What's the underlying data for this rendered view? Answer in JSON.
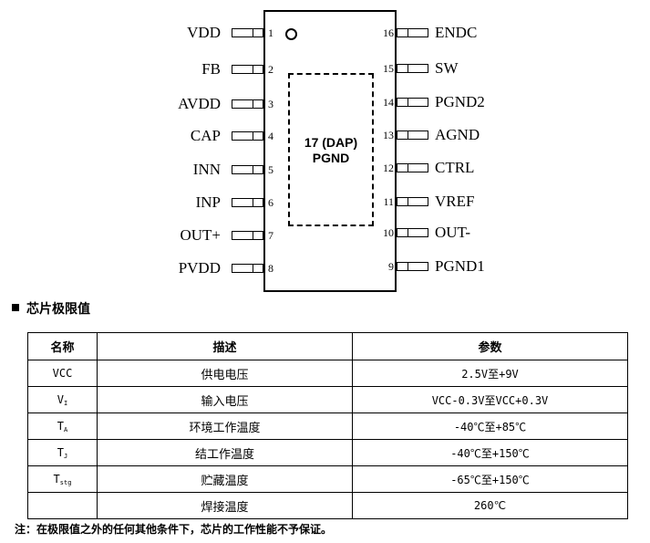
{
  "diagram": {
    "dap_line1": "17 (DAP)",
    "dap_line2": "PGND",
    "left_pins": [
      {
        "num": "1",
        "name": "VDD"
      },
      {
        "num": "2",
        "name": "FB"
      },
      {
        "num": "3",
        "name": "AVDD"
      },
      {
        "num": "4",
        "name": "CAP"
      },
      {
        "num": "5",
        "name": "INN"
      },
      {
        "num": "6",
        "name": "INP"
      },
      {
        "num": "7",
        "name": "OUT+"
      },
      {
        "num": "8",
        "name": "PVDD"
      }
    ],
    "right_pins": [
      {
        "num": "16",
        "name": "ENDC"
      },
      {
        "num": "15",
        "name": "SW"
      },
      {
        "num": "14",
        "name": "PGND2"
      },
      {
        "num": "13",
        "name": "AGND"
      },
      {
        "num": "12",
        "name": "CTRL"
      },
      {
        "num": "11",
        "name": "VREF"
      },
      {
        "num": "10",
        "name": "OUT-"
      },
      {
        "num": "9",
        "name": "PGND1"
      }
    ]
  },
  "section": {
    "title": "芯片极限值"
  },
  "table": {
    "headers": [
      "名称",
      "描述",
      "参数"
    ],
    "rows": [
      {
        "sym": "VCC",
        "sub": "",
        "desc": "供电电压",
        "param": "2.5V至+9V"
      },
      {
        "sym": "V",
        "sub": "I",
        "desc": "输入电压",
        "param": "VCC-0.3V至VCC+0.3V"
      },
      {
        "sym": "T",
        "sub": "A",
        "desc": "环境工作温度",
        "param": "-40℃至+85℃"
      },
      {
        "sym": "T",
        "sub": "J",
        "desc": "结工作温度",
        "param": "-40℃至+150℃"
      },
      {
        "sym": "T",
        "sub": "stg",
        "desc": "贮藏温度",
        "param": "-65℃至+150℃"
      },
      {
        "sym": "",
        "sub": "",
        "desc": "焊接温度",
        "param": "260℃"
      }
    ]
  },
  "footnote": "注：在极限值之外的任何其他条件下，芯片的工作性能不予保证。"
}
